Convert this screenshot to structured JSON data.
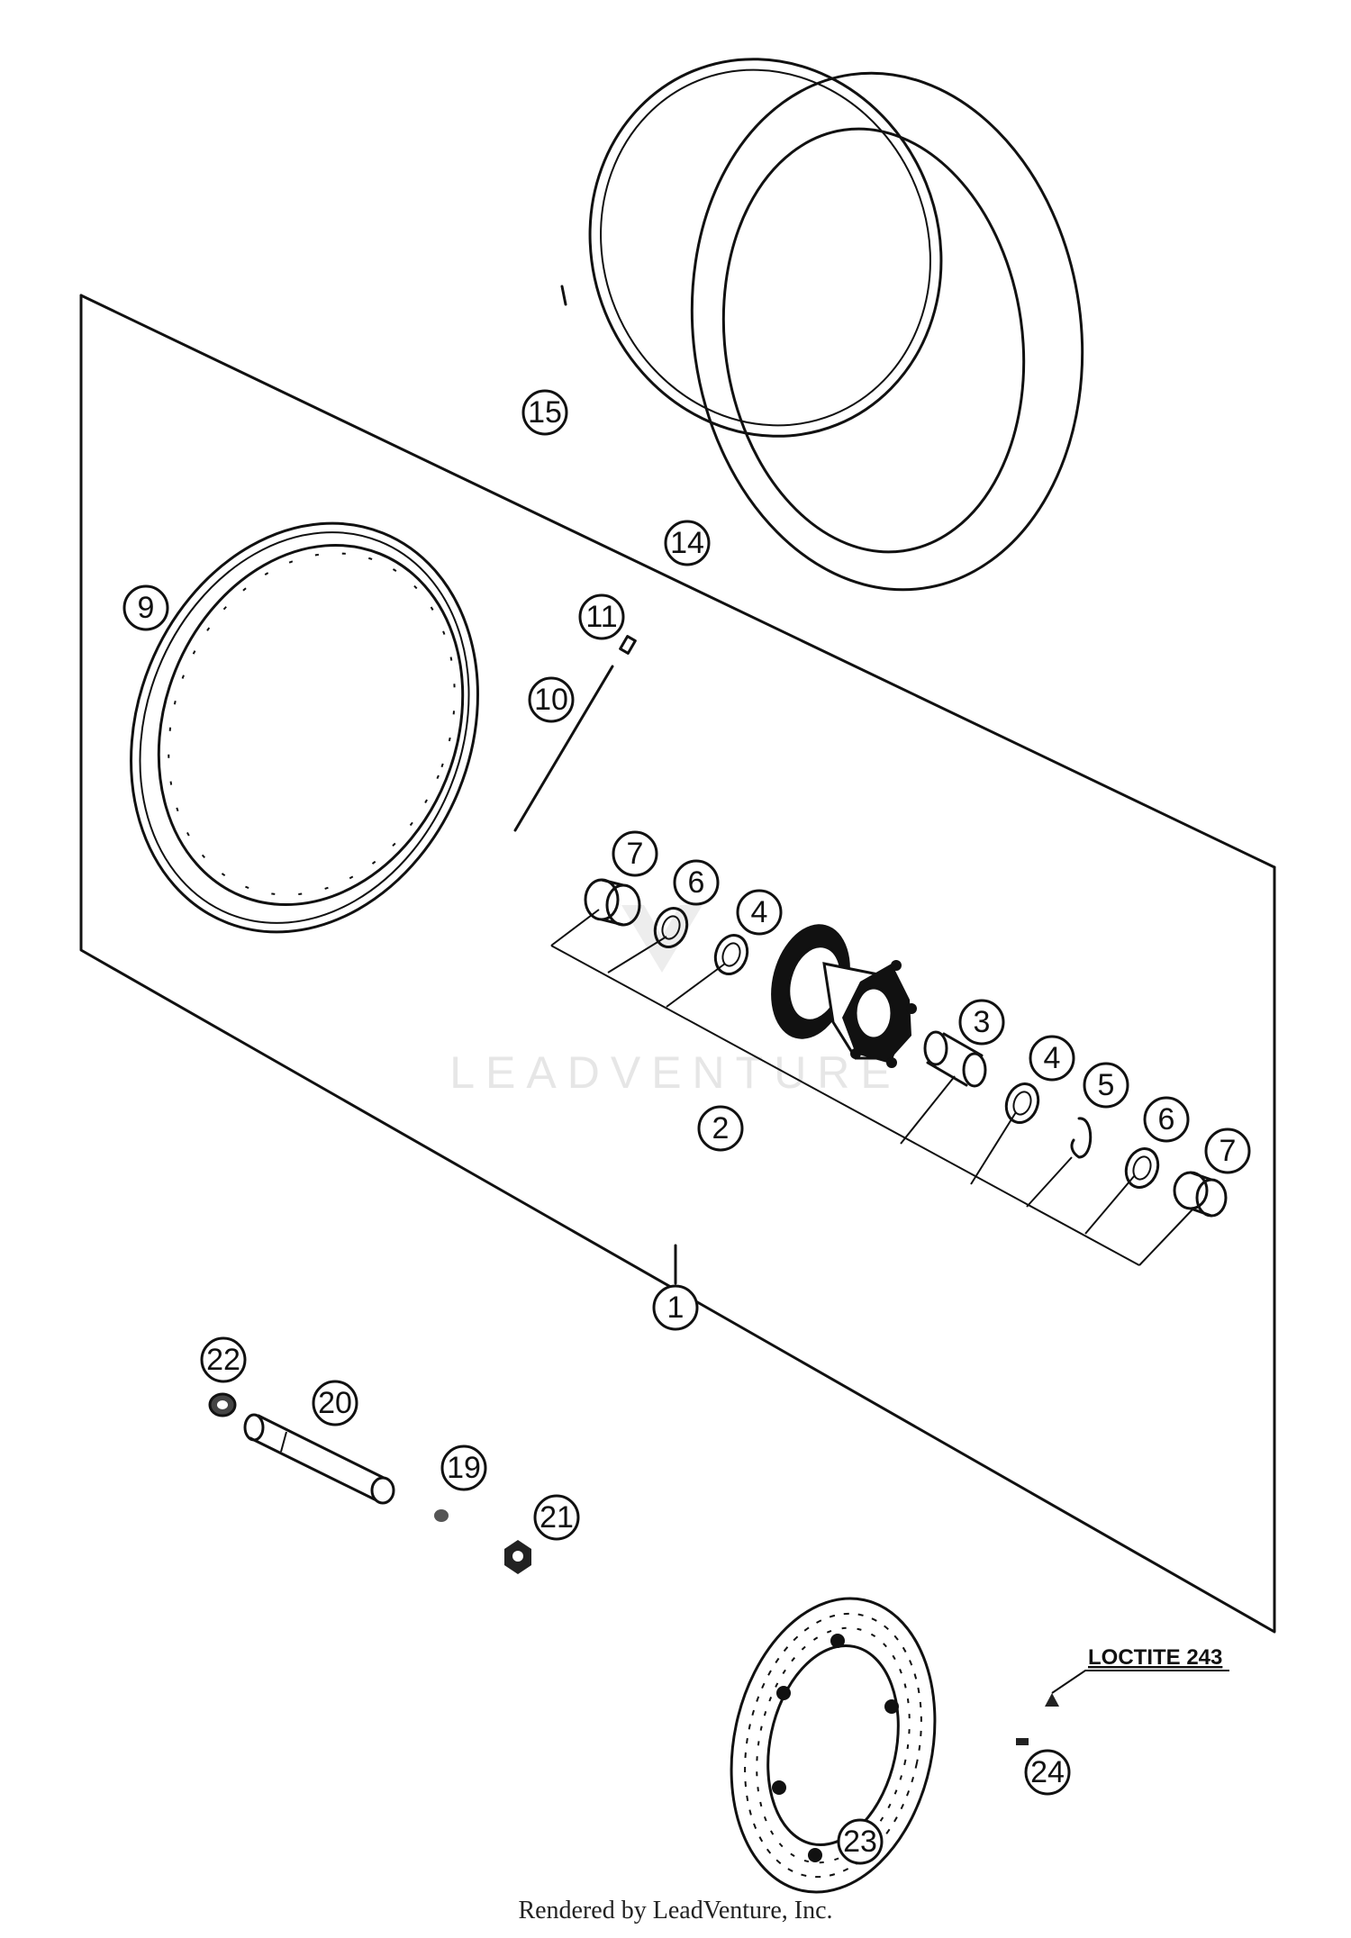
{
  "callouts": {
    "c1": "1",
    "c2": "2",
    "c3": "3",
    "c4a": "4",
    "c4b": "4",
    "c5": "5",
    "c6a": "6",
    "c6b": "6",
    "c7a": "7",
    "c7b": "7",
    "c9": "9",
    "c10": "10",
    "c11": "11",
    "c14": "14",
    "c15": "15",
    "c19": "19",
    "c20": "20",
    "c21": "21",
    "c22": "22",
    "c23": "23",
    "c24": "24"
  },
  "note": "LOCTITE 243",
  "watermark": "LEADVENTURE",
  "footer": "Rendered by LeadVenture, Inc."
}
